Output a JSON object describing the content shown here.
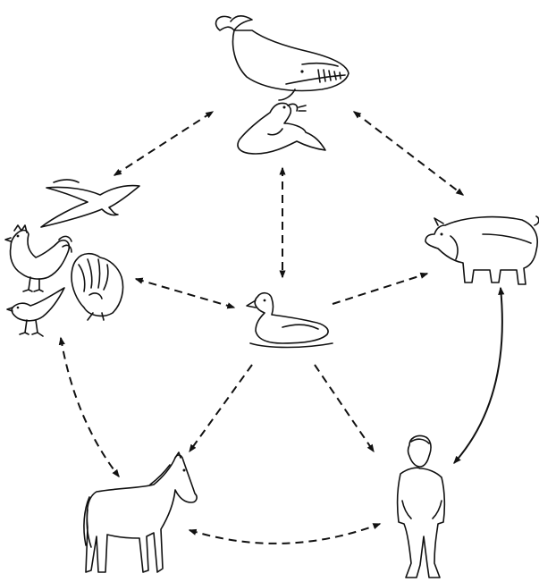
{
  "diagram": {
    "nodes": [
      {
        "id": "marine-mammals",
        "icon": "whale-and-seal-icon"
      },
      {
        "id": "pigs",
        "icon": "pig-icon"
      },
      {
        "id": "humans",
        "icon": "human-icon"
      },
      {
        "id": "horses",
        "icon": "horse-icon"
      },
      {
        "id": "birds",
        "icon": "birds-icon"
      },
      {
        "id": "waterfowl",
        "icon": "duck-icon"
      }
    ],
    "edges": [
      {
        "from": "birds",
        "to": "marine-mammals",
        "style": "dashed",
        "direction": "both"
      },
      {
        "from": "marine-mammals",
        "to": "pigs",
        "style": "dashed",
        "direction": "both"
      },
      {
        "from": "marine-mammals",
        "to": "waterfowl",
        "style": "dashed",
        "direction": "both"
      },
      {
        "from": "birds",
        "to": "waterfowl",
        "style": "dashed",
        "direction": "both"
      },
      {
        "from": "waterfowl",
        "to": "pigs",
        "style": "dashed",
        "direction": "to"
      },
      {
        "from": "waterfowl",
        "to": "horses",
        "style": "dashed",
        "direction": "to"
      },
      {
        "from": "waterfowl",
        "to": "humans",
        "style": "dashed",
        "direction": "to"
      },
      {
        "from": "birds",
        "to": "horses",
        "style": "dashed",
        "direction": "both"
      },
      {
        "from": "horses",
        "to": "humans",
        "style": "dashed",
        "direction": "both"
      },
      {
        "from": "pigs",
        "to": "humans",
        "style": "solid",
        "direction": "both"
      }
    ]
  }
}
